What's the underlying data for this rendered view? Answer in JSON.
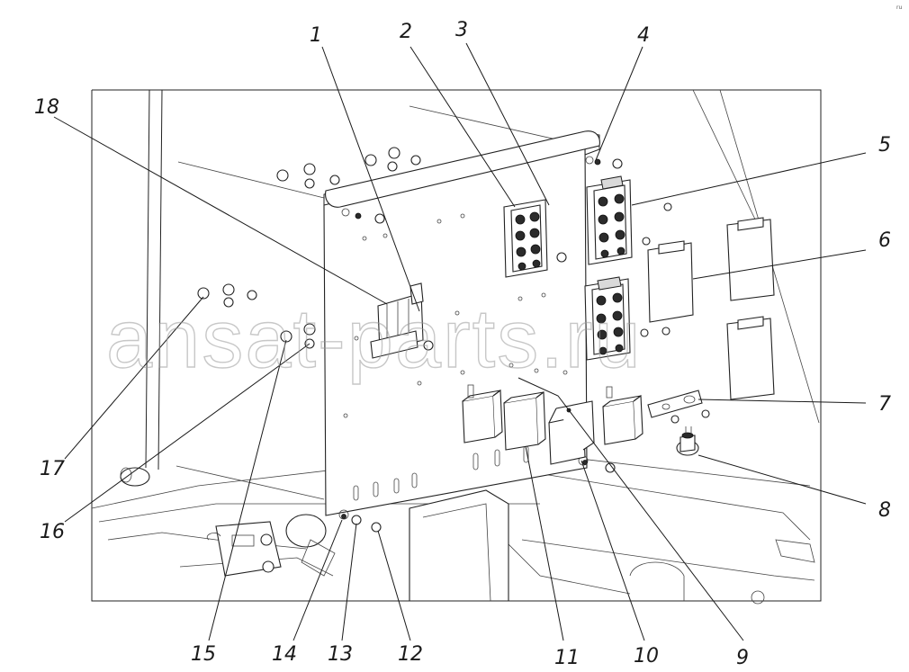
{
  "watermark": "ansat-parts.ru",
  "corner_mark": "ru",
  "callouts": [
    {
      "label": "1"
    },
    {
      "label": "2"
    },
    {
      "label": "3"
    },
    {
      "label": "4"
    },
    {
      "label": "5"
    },
    {
      "label": "6"
    },
    {
      "label": "7"
    },
    {
      "label": "8"
    },
    {
      "label": "9"
    },
    {
      "label": "10"
    },
    {
      "label": "11"
    },
    {
      "label": "12"
    },
    {
      "label": "13"
    },
    {
      "label": "14"
    },
    {
      "label": "15"
    },
    {
      "label": "16"
    },
    {
      "label": "17"
    },
    {
      "label": "18"
    }
  ]
}
